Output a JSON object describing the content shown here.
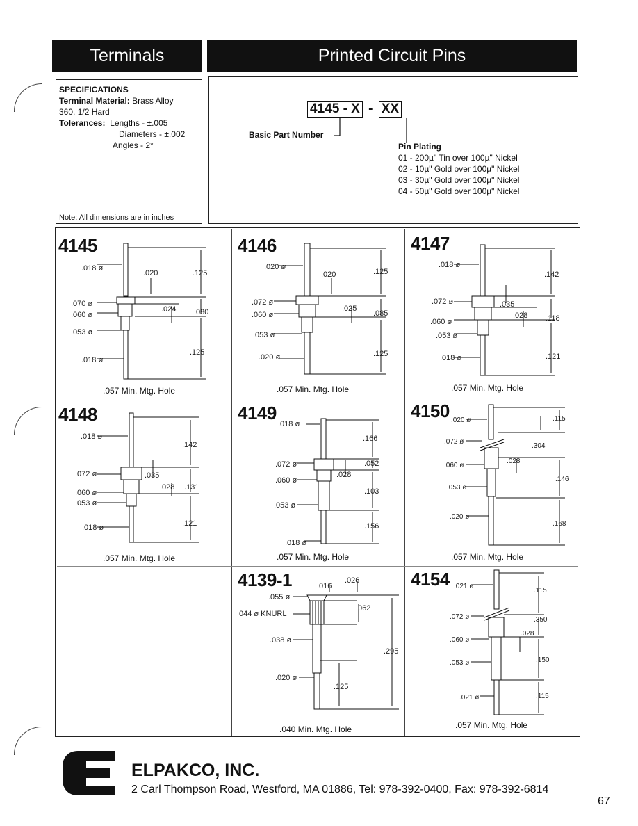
{
  "header": {
    "left_title": "Terminals",
    "right_title": "Printed Circuit Pins"
  },
  "specs": {
    "heading": "SPECIFICATIONS",
    "material_label": "Terminal Material:",
    "material_value_1": "Brass Alloy",
    "material_value_2": "360, 1/2 Hard",
    "tol_label": "Tolerances:",
    "tol_lengths": "Lengths - ±.005",
    "tol_diameters": "Diameters - ±.002",
    "tol_angles": "Angles - 2°",
    "note": "Note: All dimensions are in inches"
  },
  "partcode": {
    "code_base": "4145",
    "dash1": "-",
    "code_x": "X",
    "dash2": "-",
    "code_xx": "XX",
    "basic_label": "Basic Part Number",
    "plating_heading": "Pin Plating",
    "plating": [
      "01 - 200µ\" Tin over 100µ\" Nickel",
      "02 - 10µ\" Gold over 100µ\" Nickel",
      "03 - 30µ\" Gold over 100µ\" Nickel",
      "04 - 50µ\" Gold over 100µ\" Nickel"
    ]
  },
  "parts": [
    {
      "number": "4145",
      "hole": ".057 Min. Mtg. Hole",
      "dims": [
        ".018 ø",
        ".070 ø",
        ".060 ø",
        ".053 ø",
        ".018 ø",
        ".020",
        ".024",
        ".125",
        ".080",
        ".125"
      ]
    },
    {
      "number": "4146",
      "hole": ".057 Min. Mtg. Hole",
      "dims": [
        ".020 ø",
        ".072 ø",
        ".060 ø",
        ".053 ø",
        ".020 ø",
        ".020",
        ".025",
        ".125",
        ".085",
        ".125"
      ]
    },
    {
      "number": "4147",
      "hole": ".057 Min. Mtg. Hole",
      "dims": [
        ".018 ø",
        ".072 ø",
        ".060 ø",
        ".053 ø",
        ".018 ø",
        ".035",
        ".028",
        ".142",
        ".118",
        ".121"
      ]
    },
    {
      "number": "4148",
      "hole": ".057 Min. Mtg. Hole",
      "dims": [
        ".018 ø",
        ".072 ø",
        ".060 ø",
        ".053 ø",
        ".018 ø",
        ".035",
        ".028",
        ".142",
        ".131",
        ".121"
      ]
    },
    {
      "number": "4149",
      "hole": ".057 Min. Mtg. Hole",
      "dims": [
        ".018 ø",
        ".072 ø",
        ".060 ø",
        ".053 ø",
        ".018 ø",
        ".028",
        ".052",
        ".166",
        ".103",
        ".156"
      ]
    },
    {
      "number": "4150",
      "hole": ".057 Min. Mtg. Hole",
      "dims": [
        ".020 ø",
        ".072 ø",
        ".060 ø",
        ".053 ø",
        ".020 ø",
        ".028",
        ".304",
        ".115",
        ".146",
        ".168"
      ]
    },
    {
      "number": "4139-1",
      "hole": ".040 Min. Mtg. Hole",
      "dims": [
        ".055 ø",
        "044 ø KNURL",
        ".038 ø",
        ".020 ø",
        ".016",
        ".026",
        ".062",
        ".295",
        ".125"
      ]
    },
    {
      "number": "4154",
      "hole": ".057 Min. Mtg. Hole",
      "dims": [
        ".021 ø",
        ".072 ø",
        ".060 ø",
        ".053 ø",
        ".021 ø",
        ".028",
        ".115",
        ".350",
        ".150",
        ".115"
      ]
    }
  ],
  "footer": {
    "company": "ELPAKCO, INC.",
    "address": "2 Carl Thompson Road, Westford, MA 01886, Tel: 978-392-0400, Fax: 978-392-6814",
    "page": "67"
  }
}
